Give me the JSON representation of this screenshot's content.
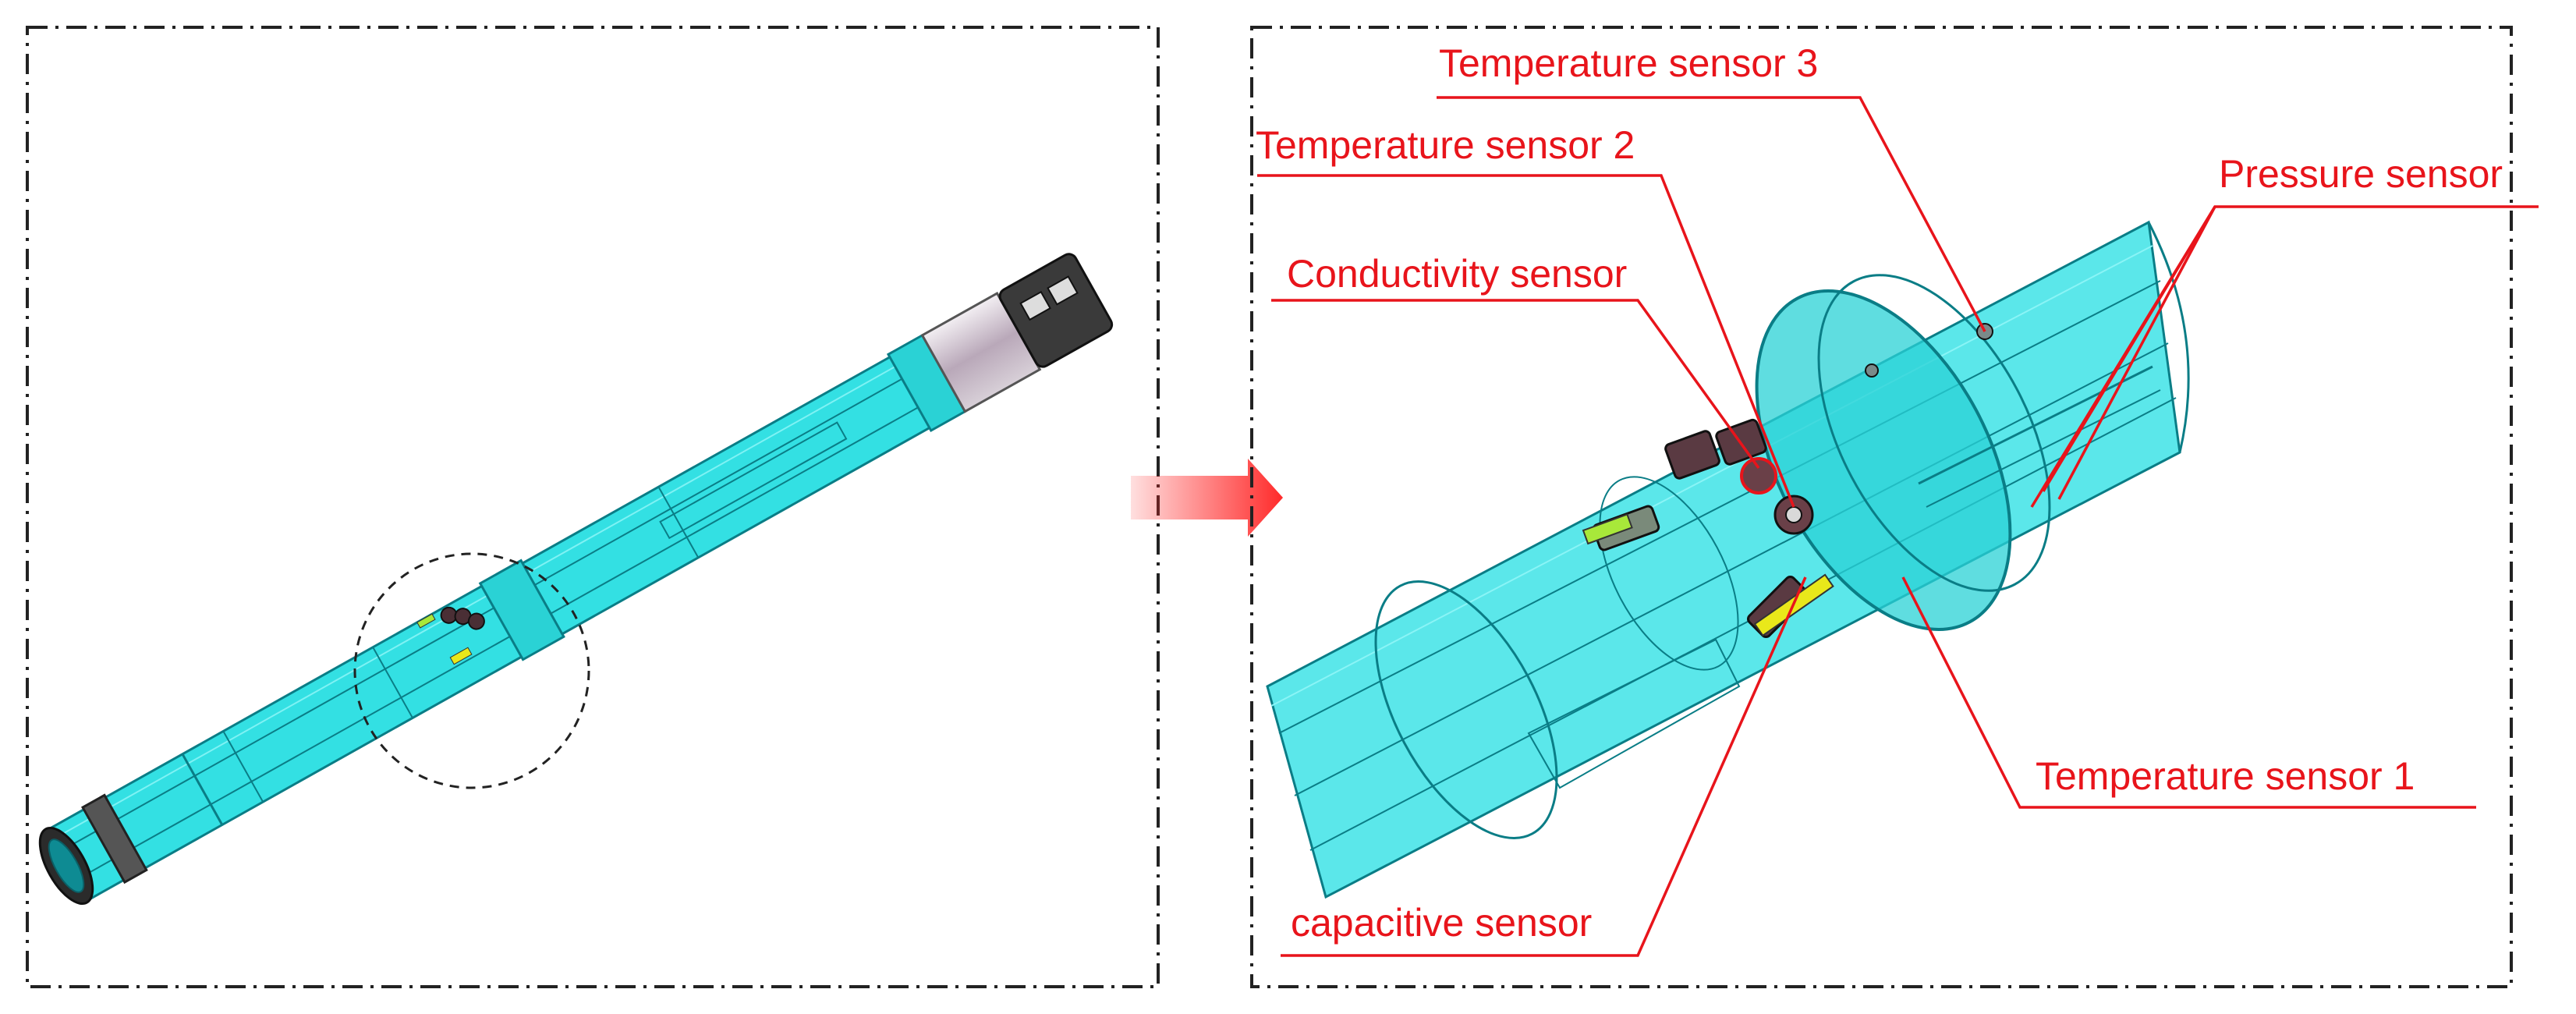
{
  "colors": {
    "label_red": "#e8141b",
    "tube_cyan": "#33e0e3",
    "tube_dark": "#0a7d86",
    "frame_line": "#222222",
    "arrow_red": "#ff2a2a",
    "end_cap": "#3a3a3a",
    "sensor_yellow": "#e9e81a",
    "sensor_lime": "#a8e83a"
  },
  "panels": {
    "left": {
      "name": "full-probe-view"
    },
    "right": {
      "name": "zoomed-sensor-view"
    }
  },
  "labels": {
    "temp3": "Temperature sensor 3",
    "temp2": "Temperature sensor 2",
    "pressure": "Pressure sensor",
    "conductivity": "Conductivity sensor",
    "temp1": "Temperature sensor 1",
    "capacitive": "capacitive sensor"
  }
}
